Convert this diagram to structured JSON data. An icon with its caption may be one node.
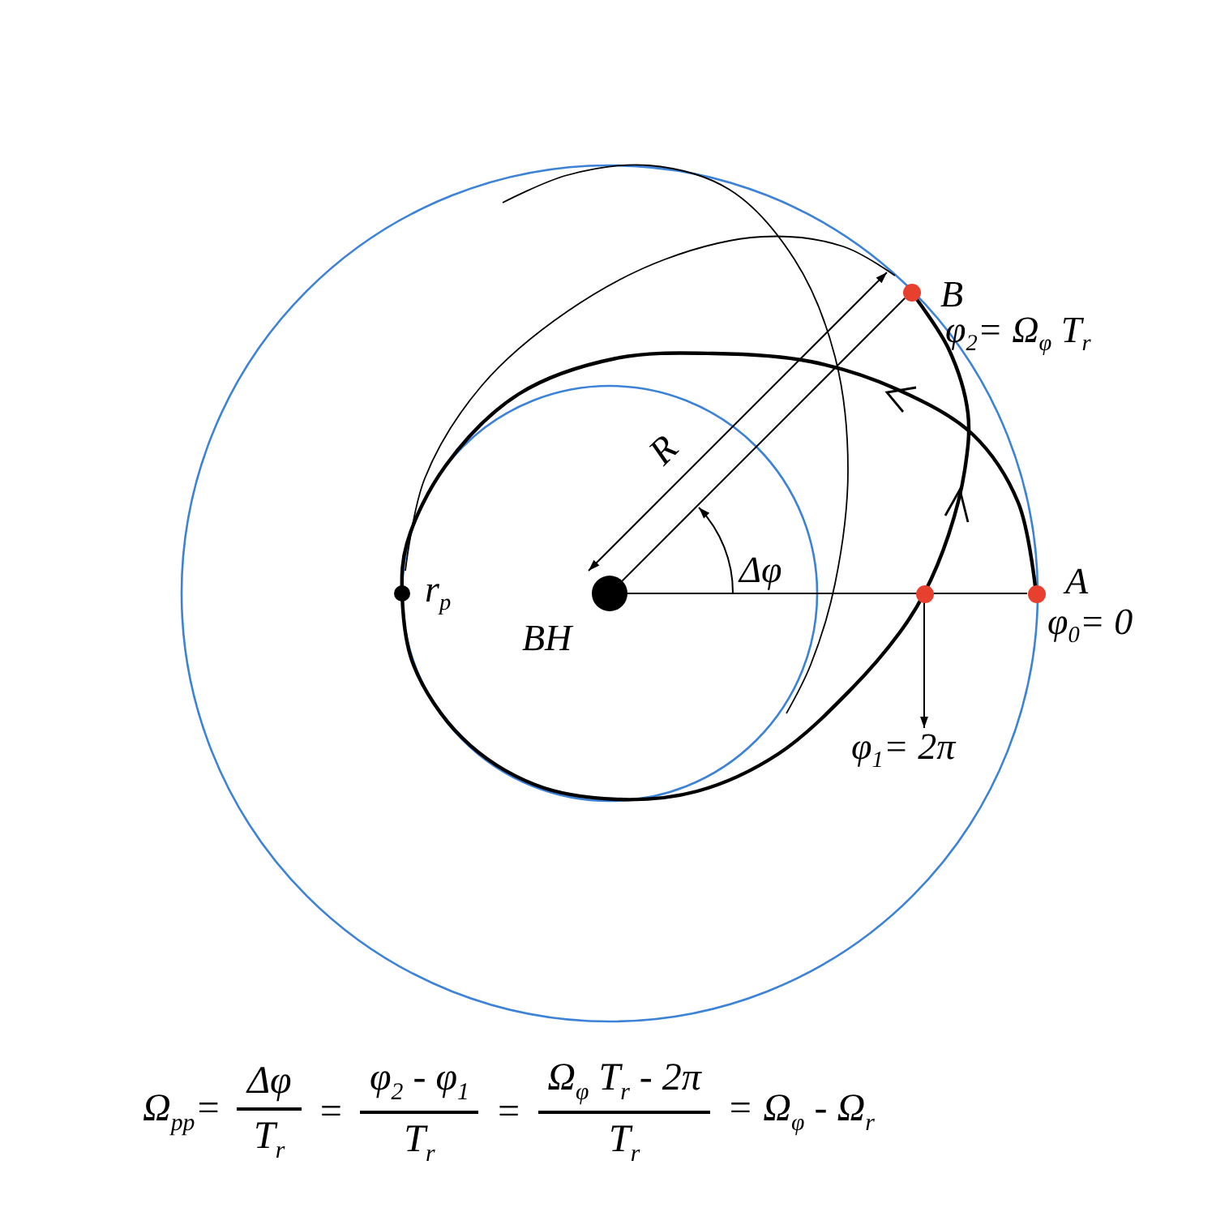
{
  "diagram": {
    "nodes": [
      {
        "text": [],
        "shape": "circle",
        "beside": [
          "B",
          "φ$_{2}$= Ω$_{φ}$ T$_{r}$"
        ]
      },
      {
        "text": [],
        "shape": "circle",
        "beside": [
          "r$_{p}$"
        ]
      },
      {
        "text": [],
        "shape": "circle",
        "beside": [
          "BH"
        ]
      },
      {
        "text": [],
        "shape": "circle"
      },
      {
        "text": [],
        "shape": "circle",
        "beside": [
          "A",
          "φ$_{0}$= 0"
        ]
      },
      {
        "text": [
          "φ$_{1}$= 2π"
        ]
      }
    ],
    "edges": [
      {
        "from": 2,
        "to": 4,
        "arrow": "none"
      },
      {
        "from": 2,
        "to": 0,
        "arrow": "none"
      },
      {
        "from": 3,
        "to": 5,
        "arrow": "to"
      }
    ],
    "labels": [
      "R",
      "Δφ",
      "Ω$_{pp}$=",
      "Δφ",
      "T$_{r}$",
      "=",
      "φ$_{2}$ - φ$_{1}$",
      "T$_{r}$",
      "=",
      "Ω$_{φ}$ T$_{r}$ - 2π",
      "T$_{r}$",
      "= Ω$_{φ}$ - Ω$_{r}$"
    ]
  }
}
